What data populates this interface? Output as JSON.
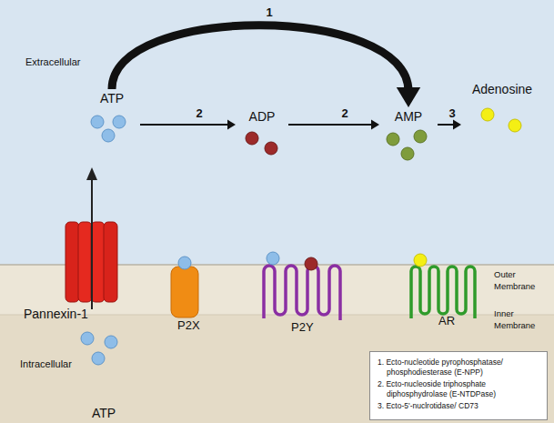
{
  "diagram": {
    "nodes": [
      {
        "text": [
          "ATP"
        ]
      },
      {
        "text": [
          "ADP"
        ]
      },
      {
        "text": [
          "AMP"
        ]
      },
      {
        "text": [
          "Adenosine"
        ]
      },
      {
        "text": [
          "ATP"
        ]
      },
      {
        "text": [
          "1. Ecto-nucleotide pyrophosphatase/ phosphodiesterase (E-NPP)",
          "2. Ecto-nucleoside triphosphate diphosphydrolase (E-NTDPase)",
          "3. Ecto-5'-nuclrotidase/ CD73"
        ]
      }
    ],
    "edges": [
      {
        "from": 0,
        "to": 2,
        "label": "1",
        "arrow": "to"
      },
      {
        "from": 0,
        "to": 1,
        "label": "2",
        "arrow": "to"
      },
      {
        "from": 1,
        "to": 2,
        "label": "2",
        "arrow": "to"
      },
      {
        "from": 2,
        "to": 3,
        "label": "3",
        "arrow": "to"
      }
    ],
    "labels": [
      "Extracellular",
      "Intracellular",
      "Outer Membrane",
      "Inner Membrane",
      "Pannexin-1",
      "P2X",
      "P2Y",
      "AR"
    ]
  }
}
